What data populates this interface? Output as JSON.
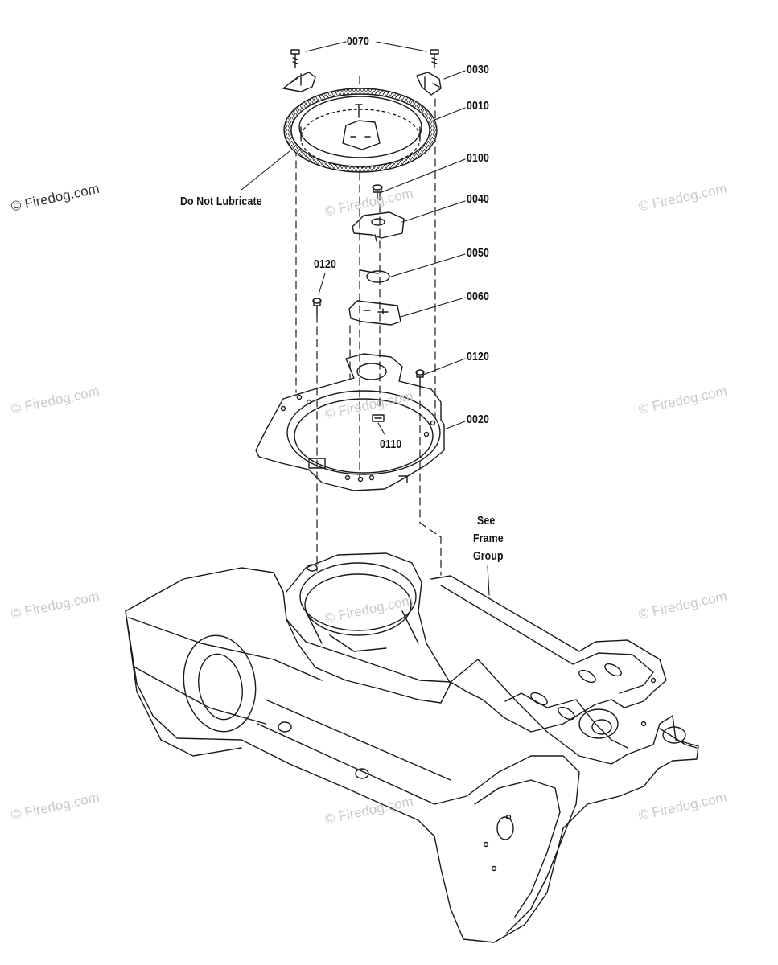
{
  "diagram": {
    "part_labels": {
      "p0070": "0070",
      "p0030": "0030",
      "p0010": "0010",
      "p0100": "0100",
      "p0040": "0040",
      "p0050": "0050",
      "p0060": "0060",
      "p0120_left": "0120",
      "p0120_right": "0120",
      "p0020": "0020",
      "p0110": "0110"
    },
    "notes": {
      "do_not_lubricate": "Do Not Lubricate",
      "see_frame_group": [
        "See",
        "Frame",
        "Group"
      ]
    },
    "watermark": "© Firedog.com"
  }
}
